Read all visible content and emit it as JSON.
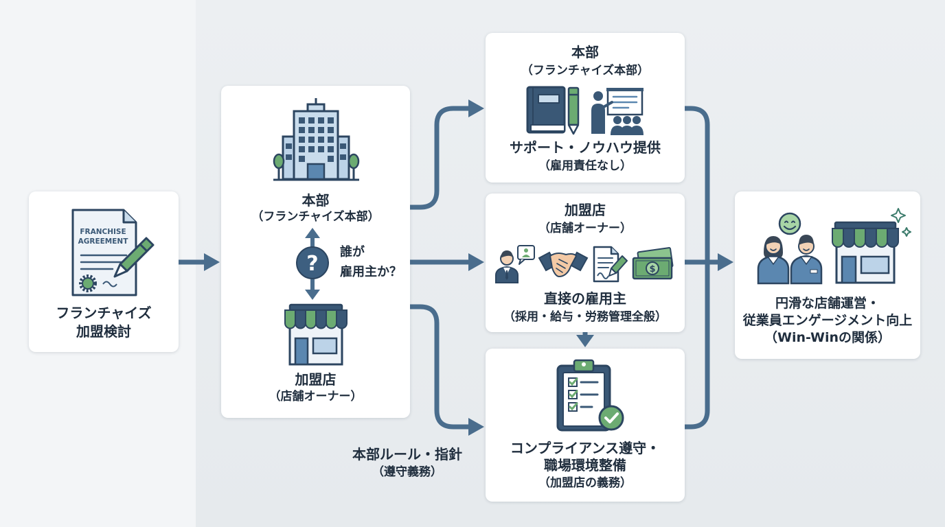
{
  "diagram": {
    "nodes": {
      "franchise_consideration": {
        "agreement_line1": "FRANCHISE",
        "agreement_line2": "AGREEMENT",
        "label_line1": "フランチャイズ",
        "label_line2": "加盟検討"
      },
      "relationship": {
        "hq_title": "本部",
        "hq_subtitle": "（フランチャイズ本部）",
        "question_mark": "?",
        "question_line1": "誰が",
        "question_line2": "雇用主か？",
        "franchisee_title": "加盟店",
        "franchisee_subtitle": "（店舗オーナー）"
      },
      "hq_role": {
        "title": "本部",
        "subtitle": "（フランチャイズ本部）",
        "role_line1": "サポート・ノウハウ提供",
        "role_line2": "（雇用責任なし）"
      },
      "franchisee_role": {
        "title": "加盟店",
        "subtitle": "（店舗オーナー）",
        "money_symbol": "$",
        "role_line1": "直接の雇用主",
        "role_line2": "（採用・給与・労務管理全般）"
      },
      "compliance": {
        "line1": "コンプライアンス遵守・",
        "line2": "職場環境整備",
        "line3": "（加盟店の義務）"
      },
      "outcome": {
        "line1": "円滑な店舗運営・",
        "line2": "従業員エンゲージメント向上",
        "line3": "（Win-Winの関係）"
      }
    },
    "edge_labels": {
      "hq_rules": {
        "line1": "本部ルール・指針",
        "line2": "（遵守義務）"
      }
    }
  },
  "icons": [
    "franchise-agreement-document-icon",
    "office-building-icon",
    "storefront-icon",
    "question-mark-icon",
    "manual-book-icon",
    "pen-icon",
    "trainer-presentation-icon",
    "employee-speech-bubble-icon",
    "handshake-icon",
    "signed-contract-icon",
    "money-bills-icon",
    "checklist-clipboard-icon",
    "smiley-face-icon",
    "employees-icon",
    "sparkle-icon"
  ],
  "colors": {
    "arrow": "#4a6d8d",
    "navy": "#3a5876",
    "outline": "#2c4560",
    "light_blue": "#c9dcec",
    "mid_blue": "#5b87b0",
    "green": "#6cab72",
    "light_green": "#a8d5a6",
    "text": "#1f2d3d",
    "box": "#ffffff"
  }
}
